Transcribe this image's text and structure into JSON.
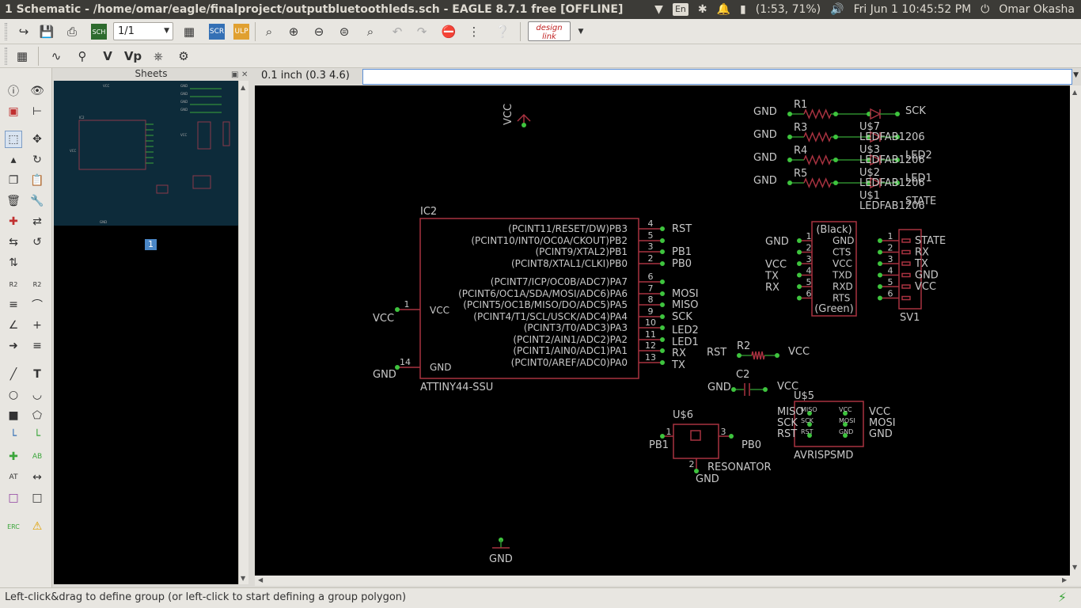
{
  "window": {
    "title": "1 Schematic - /home/omar/eagle/finalproject/outputbluetoothleds.sch - EAGLE 8.7.1 free [OFFLINE]",
    "lang": "En",
    "battery": "(1:53, 71%)",
    "clock": "Fri Jun  1 10:45:52 PM",
    "user": "Omar Okasha"
  },
  "toolbar": {
    "sheet_value": "1/1",
    "design_link_label": "design link"
  },
  "sheets_panel": {
    "title": "Sheets",
    "page_number": "1"
  },
  "coord_bar": {
    "coordinate": "0.1 inch (0.3 4.6)",
    "command_value": ""
  },
  "status": {
    "message": "Left-click&drag to define group (or left-click to start defining a group polygon)"
  },
  "schematic": {
    "ic2": {
      "name": "IC2",
      "value": "ATTINY44-SSU",
      "right_pins": [
        {
          "num": "4",
          "label": "(PCINT11/RESET/DW)PB3",
          "net": "RST"
        },
        {
          "num": "5",
          "label": "(PCINT10/INT0/OC0A/CKOUT)PB2",
          "net": ""
        },
        {
          "num": "3",
          "label": "(PCINT9/XTAL2)PB1",
          "net": "PB1"
        },
        {
          "num": "2",
          "label": "(PCINT8/XTAL1/CLKI)PB0",
          "net": "PB0"
        },
        {
          "num": "6",
          "label": "(PCINT7/ICP/OC0B/ADC7)PA7",
          "net": ""
        },
        {
          "num": "7",
          "label": "(PCINT6/OC1A/SDA/MOSI/ADC6)PA6",
          "net": "MOSI"
        },
        {
          "num": "8",
          "label": "(PCINT5/OC1B/MISO/DO/ADC5)PA5",
          "net": "MISO"
        },
        {
          "num": "9",
          "label": "(PCINT4/T1/SCL/USCK/ADC4)PA4",
          "net": "SCK"
        },
        {
          "num": "10",
          "label": "(PCINT3/T0/ADC3)PA3",
          "net": "LED2"
        },
        {
          "num": "11",
          "label": "(PCINT2/AIN1/ADC2)PA2",
          "net": "LED1"
        },
        {
          "num": "12",
          "label": "(PCINT1/AIN0/ADC1)PA1",
          "net": "RX"
        },
        {
          "num": "13",
          "label": "(PCINT0/AREF/ADC0)PA0",
          "net": "TX"
        }
      ],
      "vcc_pin": {
        "num": "1",
        "label": "VCC",
        "net": "VCC"
      },
      "gnd_pin": {
        "num": "14",
        "label": "GND",
        "net": "GND"
      }
    },
    "top_vcc": "VCC",
    "bottom_gnd": "GND",
    "leds": [
      {
        "gnd": "GND",
        "res": "R1",
        "led": "U$7",
        "value": "LEDFAB1206",
        "net": "SCK"
      },
      {
        "gnd": "GND",
        "res": "R3",
        "led": "U$3",
        "value": "LEDFAB1206",
        "net": "LED2"
      },
      {
        "gnd": "GND",
        "res": "R4",
        "led": "U$2",
        "value": "LEDFAB1206",
        "net": "LED1"
      },
      {
        "gnd": "GND",
        "res": "R5",
        "led": "U$1",
        "value": "LEDFAB1206",
        "net": "STATE"
      }
    ],
    "ftdi": {
      "top": "(Black)",
      "bottom": "(Green)",
      "pins": [
        "GND",
        "CTS",
        "VCC",
        "TXD",
        "RXD",
        "RTS"
      ],
      "nums": [
        "1",
        "2",
        "3",
        "4",
        "5",
        "6"
      ],
      "left_nets": [
        "GND",
        "",
        "VCC",
        "TX",
        "RX",
        ""
      ]
    },
    "sv1": {
      "name": "SV1",
      "nums": [
        "1",
        "2",
        "3",
        "4",
        "5",
        "6"
      ],
      "nets": [
        "STATE",
        "RX",
        "TX",
        "GND",
        "VCC",
        ""
      ]
    },
    "r2": {
      "name": "R2",
      "left": "RST",
      "right": "VCC"
    },
    "c2": {
      "name": "C2",
      "left": "GND",
      "right": "VCC"
    },
    "isp": {
      "name": "U$5",
      "value": "AVRISPSMD",
      "left_nets": [
        "MISO",
        "SCK",
        "RST"
      ],
      "right_nets": [
        "VCC",
        "MOSI",
        "GND"
      ],
      "inner_left": [
        "MISO",
        "SCK",
        "RST"
      ],
      "inner_right": [
        "VCC",
        "MOSI",
        "GND"
      ]
    },
    "resonator": {
      "name": "U$6",
      "value": "RESONATOR",
      "left_net": "PB1",
      "right_net": "PB0",
      "bottom_net": "GND",
      "pins": [
        "1",
        "3",
        "2"
      ]
    }
  }
}
